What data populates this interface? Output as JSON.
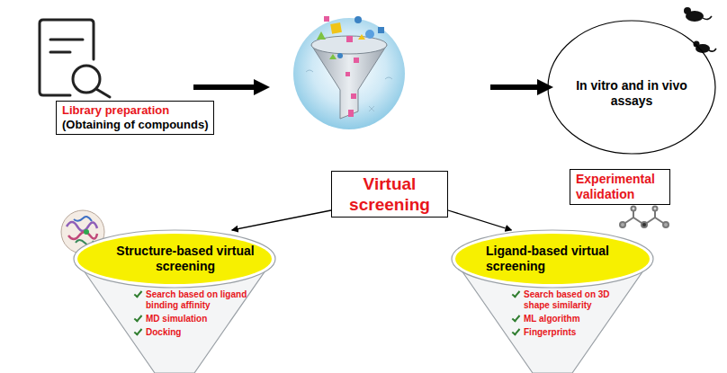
{
  "diagram": {
    "nodes": [
      {
        "text": [
          "Library preparation",
          "(Obtaining of compounds)"
        ]
      },
      {
        "text": [
          "Virtual screening"
        ]
      },
      {
        "text": [
          "In vitro and in vivo assays"
        ]
      },
      {
        "text": [
          "Experimental validation"
        ]
      },
      {
        "text": [
          "Structure-based virtual screening",
          "Search based on ligand binding affinity",
          "MD simulation",
          "Docking"
        ]
      },
      {
        "text": [
          "Ligand-based virtual screening",
          "Search based on 3D shape similarity",
          "ML algorithm",
          "Fingerprints"
        ]
      }
    ],
    "edges": [
      {
        "from": 1,
        "to": 4,
        "arrow": "to"
      },
      {
        "from": 1,
        "to": 5,
        "arrow": "to"
      }
    ]
  }
}
